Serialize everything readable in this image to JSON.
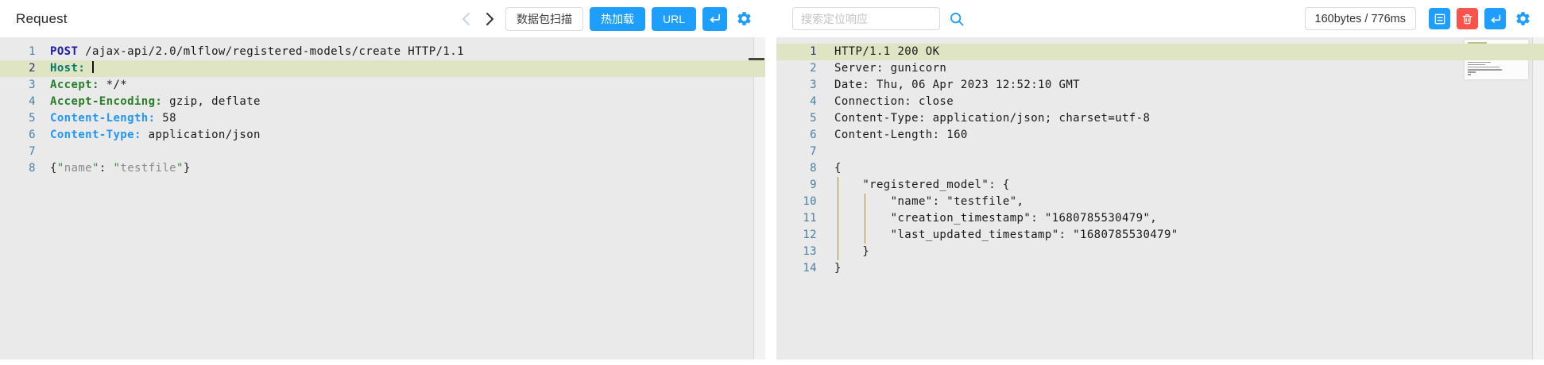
{
  "colors": {
    "accent": "#1e9fff",
    "danger": "#f8544b",
    "editor-bg": "#eaeaea",
    "active-line": "#dfe4c3",
    "lineno": "#4a80a4",
    "lineno-active": "#28307c",
    "guide": "#a88b2f"
  },
  "request_panel": {
    "title": "Request",
    "toolbar": {
      "prev_icon": "chevron-left",
      "next_icon": "chevron-right",
      "packet_scan_label": "数据包扫描",
      "hot_reload_label": "热加载",
      "url_label": "URL",
      "send_icon": "return-arrow",
      "settings_icon": "gear"
    },
    "editor": {
      "lines": [
        {
          "n": 1,
          "seg": [
            [
              "method",
              "POST"
            ],
            [
              "plain",
              " /ajax-api/2.0/mlflow/registered-models/create HTTP/1.1"
            ]
          ]
        },
        {
          "n": 2,
          "active": true,
          "cursor": true,
          "seg": [
            [
              "host",
              "Host:"
            ],
            [
              "plain",
              " "
            ]
          ]
        },
        {
          "n": 3,
          "seg": [
            [
              "hgreen",
              "Accept:"
            ],
            [
              "plain",
              " */*"
            ]
          ]
        },
        {
          "n": 4,
          "seg": [
            [
              "hgreen",
              "Accept-Encoding:"
            ],
            [
              "plain",
              " gzip, deflate"
            ]
          ]
        },
        {
          "n": 5,
          "seg": [
            [
              "hblue",
              "Content-Length:"
            ],
            [
              "plain",
              " 58"
            ]
          ]
        },
        {
          "n": 6,
          "seg": [
            [
              "hblue",
              "Content-Type:"
            ],
            [
              "plain",
              " application/json"
            ]
          ]
        },
        {
          "n": 7,
          "seg": []
        },
        {
          "n": 8,
          "seg": [
            [
              "plain",
              "{"
            ],
            [
              "quote",
              "\""
            ],
            [
              "str",
              "name"
            ],
            [
              "quote",
              "\""
            ],
            [
              "plain",
              ": "
            ],
            [
              "quote",
              "\""
            ],
            [
              "str",
              "testfile"
            ],
            [
              "quote",
              "\""
            ],
            [
              "plain",
              "}"
            ]
          ]
        }
      ]
    }
  },
  "response_panel": {
    "search": {
      "placeholder": "搜索定位响应",
      "icon": "magnifier"
    },
    "stats_badge": "160bytes / 776ms",
    "toolbar_icons": [
      "detail-list",
      "trash",
      "return-arrow",
      "gear"
    ],
    "editor": {
      "lines": [
        {
          "n": 1,
          "active": true,
          "seg": [
            [
              "plain",
              "HTTP/1.1 200 OK"
            ]
          ]
        },
        {
          "n": 2,
          "seg": [
            [
              "plain",
              "Server: gunicorn"
            ]
          ]
        },
        {
          "n": 3,
          "seg": [
            [
              "plain",
              "Date: Thu, 06 Apr 2023 12:52:10 GMT"
            ]
          ]
        },
        {
          "n": 4,
          "seg": [
            [
              "plain",
              "Connection: close"
            ]
          ]
        },
        {
          "n": 5,
          "seg": [
            [
              "plain",
              "Content-Type: application/json; charset=utf-8"
            ]
          ]
        },
        {
          "n": 6,
          "seg": [
            [
              "plain",
              "Content-Length: 160"
            ]
          ]
        },
        {
          "n": 7,
          "seg": []
        },
        {
          "n": 8,
          "seg": [
            [
              "plain",
              "{"
            ]
          ]
        },
        {
          "n": 9,
          "guides": [
            0.5
          ],
          "seg": [
            [
              "plain",
              "    \"registered_model\": {"
            ]
          ]
        },
        {
          "n": 10,
          "guides": [
            0.5,
            4.5
          ],
          "seg": [
            [
              "plain",
              "        \"name\": \"testfile\","
            ]
          ]
        },
        {
          "n": 11,
          "guides": [
            0.5,
            4.5
          ],
          "seg": [
            [
              "plain",
              "        \"creation_timestamp\": \"1680785530479\","
            ]
          ]
        },
        {
          "n": 12,
          "guides": [
            0.5,
            4.5
          ],
          "seg": [
            [
              "plain",
              "        \"last_updated_timestamp\": \"1680785530479\""
            ]
          ]
        },
        {
          "n": 13,
          "guides": [
            0.5
          ],
          "seg": [
            [
              "plain",
              "    }"
            ]
          ]
        },
        {
          "n": 14,
          "seg": [
            [
              "plain",
              "}"
            ]
          ]
        }
      ]
    }
  }
}
